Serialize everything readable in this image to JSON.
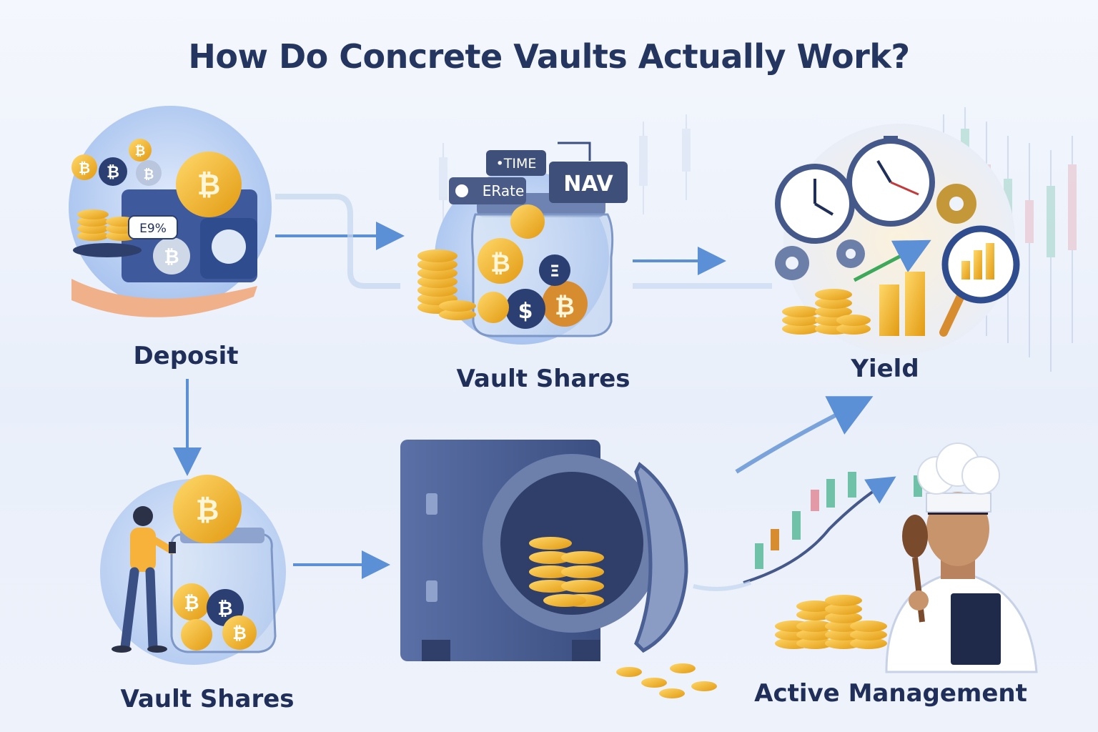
{
  "title": "How Do Concrete Vaults Actually Work?",
  "steps": {
    "deposit": "Deposit",
    "vault_shares_top": "Vault Shares",
    "yield": "Yield",
    "vault_shares_bottom": "Vault Shares",
    "active_management": "Active Management"
  },
  "tags": {
    "time": "•TIME",
    "erate": "ERate",
    "nav": "NAV",
    "deposit_badge": "E9%"
  },
  "colors": {
    "title": "#24355f",
    "arrow": "#5b8fd6",
    "coin": "#f3b32a",
    "vault": "#4a5f93"
  }
}
